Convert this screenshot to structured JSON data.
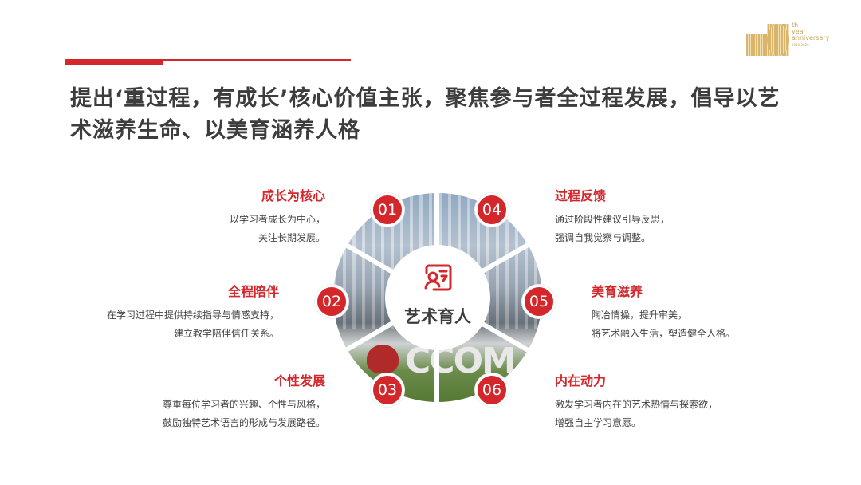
{
  "header": {
    "title": "提出‘重过程，有成长’核心价值主张，聚焦参与者全过程发展，倡导以艺术滋养生命、以美育涵养人格"
  },
  "logo": {
    "number": "10",
    "sup": "th",
    "line1": "year",
    "line2": "anniversary",
    "line3": "2016-2026"
  },
  "center": {
    "label": "艺术育人",
    "icon": "person-card-icon"
  },
  "items": [
    {
      "num": "01",
      "title": "成长为核心",
      "l1": "以学习者成长为中心，",
      "l2": "关注长期发展。"
    },
    {
      "num": "02",
      "title": "全程陪伴",
      "l1": "在学习过程中提供持续指导与情感支持，",
      "l2": "建立教学陪伴信任关系。"
    },
    {
      "num": "03",
      "title": "个性发展",
      "l1": "尊重每位学习者的兴趣、个性与风格，",
      "l2": "鼓励独特艺术语言的形成与发展路径。"
    },
    {
      "num": "04",
      "title": "过程反馈",
      "l1": "通过阶段性建议引导反思，",
      "l2": "强调自我觉察与调整。"
    },
    {
      "num": "05",
      "title": "美育滋养",
      "l1": "陶冶情操，提升审美，",
      "l2": "将艺术融入生活，塑造健全人格。"
    },
    {
      "num": "06",
      "title": "内在动力",
      "l1": "激发学习者内在的艺术热情与探索欲，",
      "l2": "增强自主学习意愿。"
    }
  ],
  "colors": {
    "accent": "#d3272c",
    "text": "#3d3d3d"
  }
}
